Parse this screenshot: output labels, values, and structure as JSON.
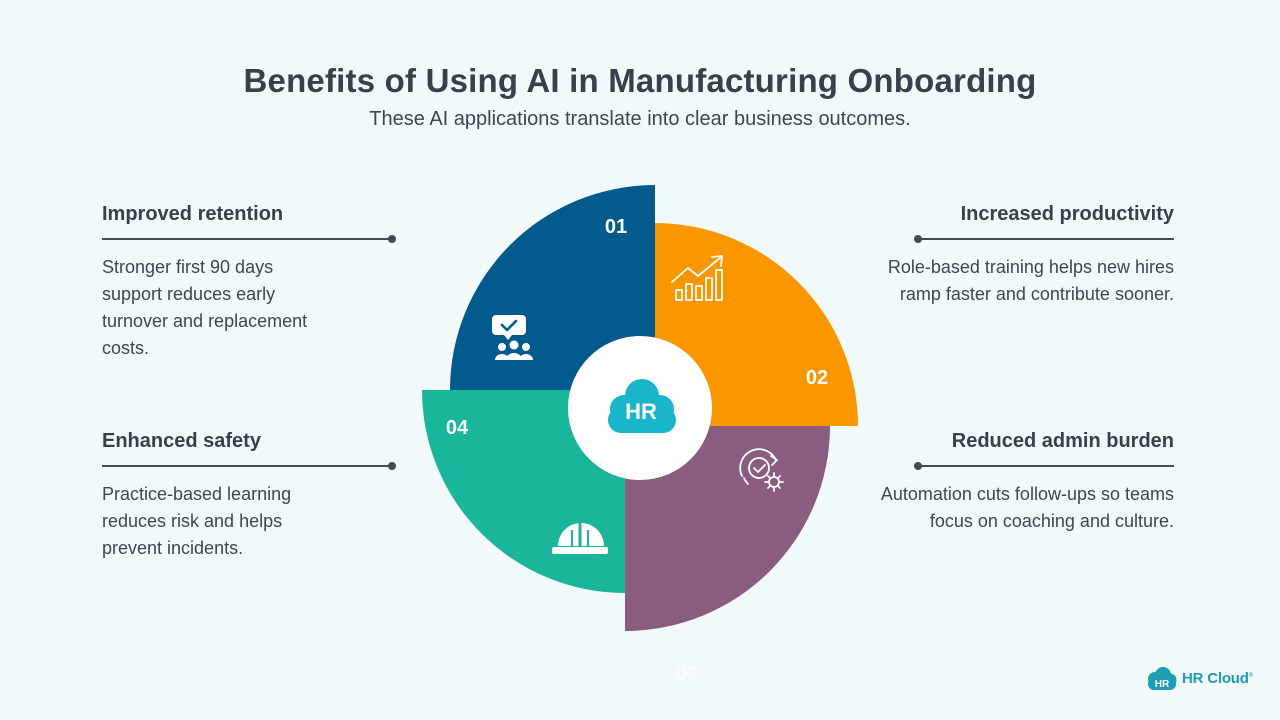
{
  "header": {
    "title": "Benefits of Using AI in Manufacturing Onboarding",
    "subtitle": "These AI applications translate into clear business outcomes."
  },
  "segments": [
    {
      "number": "01",
      "heading": "Improved retention",
      "body": "Stronger first 90 days support reduces early turnover and replacement costs.",
      "color": "#035a8c",
      "icon": "people-check-icon"
    },
    {
      "number": "02",
      "heading": "Increased productivity",
      "body": "Role-based training helps new hires ramp faster and contribute sooner.",
      "color": "#fa9600",
      "icon": "growth-chart-icon"
    },
    {
      "number": "03",
      "heading": "Reduced admin burden",
      "body": "Automation cuts follow-ups so teams focus on coaching and culture.",
      "color": "#895c80",
      "icon": "automation-gear-icon"
    },
    {
      "number": "04",
      "heading": "Enhanced safety",
      "body": "Practice-based learning reduces risk and helps prevent incidents.",
      "color": "#1ab69c",
      "icon": "hard-hat-icon"
    }
  ],
  "center": {
    "label": "HR",
    "color": "#19b6c9",
    "icon": "cloud-icon"
  },
  "brand": {
    "name": "HR Cloud",
    "mark": "HR",
    "trademark": "®",
    "color": "#1c9fb2"
  }
}
